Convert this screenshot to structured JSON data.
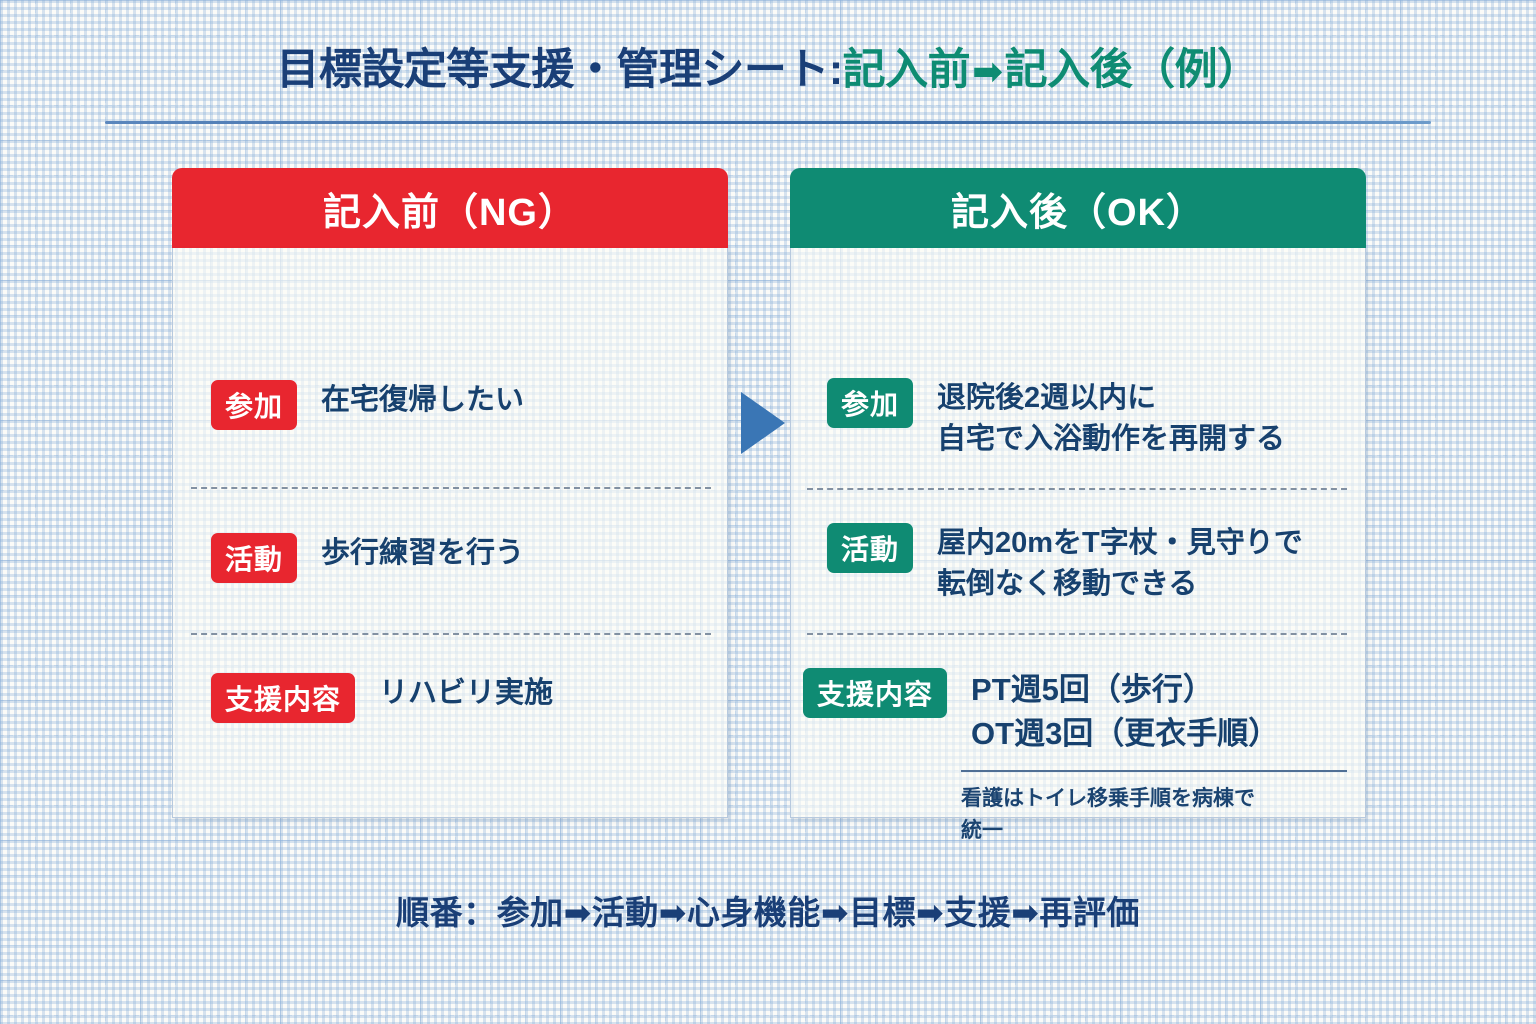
{
  "title": {
    "main": "目標設定等支援・管理シート:",
    "compare_before": "記入前",
    "arrow": "➡",
    "compare_after": "記入後（例）"
  },
  "colors": {
    "red": "#e8262f",
    "green": "#0f8b73",
    "navy": "#1a3f77",
    "text_blue": "#17416e",
    "arrow_blue": "#3a76b5",
    "rule_blue": "#3f6ea8"
  },
  "panels": {
    "before": {
      "header": "記入前（NG）",
      "rows": [
        {
          "badge": "参加",
          "text": "在宅復帰したい"
        },
        {
          "badge": "活動",
          "text": "歩行練習を行う"
        },
        {
          "badge": "支援内容",
          "text": "リハビリ実施"
        }
      ]
    },
    "after": {
      "header": "記入後（OK）",
      "rows": [
        {
          "badge": "参加",
          "text": "退院後2週以内に\n自宅で入浴動作を再開する"
        },
        {
          "badge": "活動",
          "text": "屋内20mをT字杖・見守りで\n転倒なく移動できる"
        },
        {
          "badge": "支援内容",
          "text": "PT週5回（歩行）\nOT週3回（更衣手順）"
        }
      ],
      "note": "看護はトイレ移乗手順を病棟で\n統一"
    }
  },
  "center_arrow_icon": "triangle-right-icon",
  "footer": "順番：参加➡活動➡心身機能➡目標➡支援➡再評価"
}
